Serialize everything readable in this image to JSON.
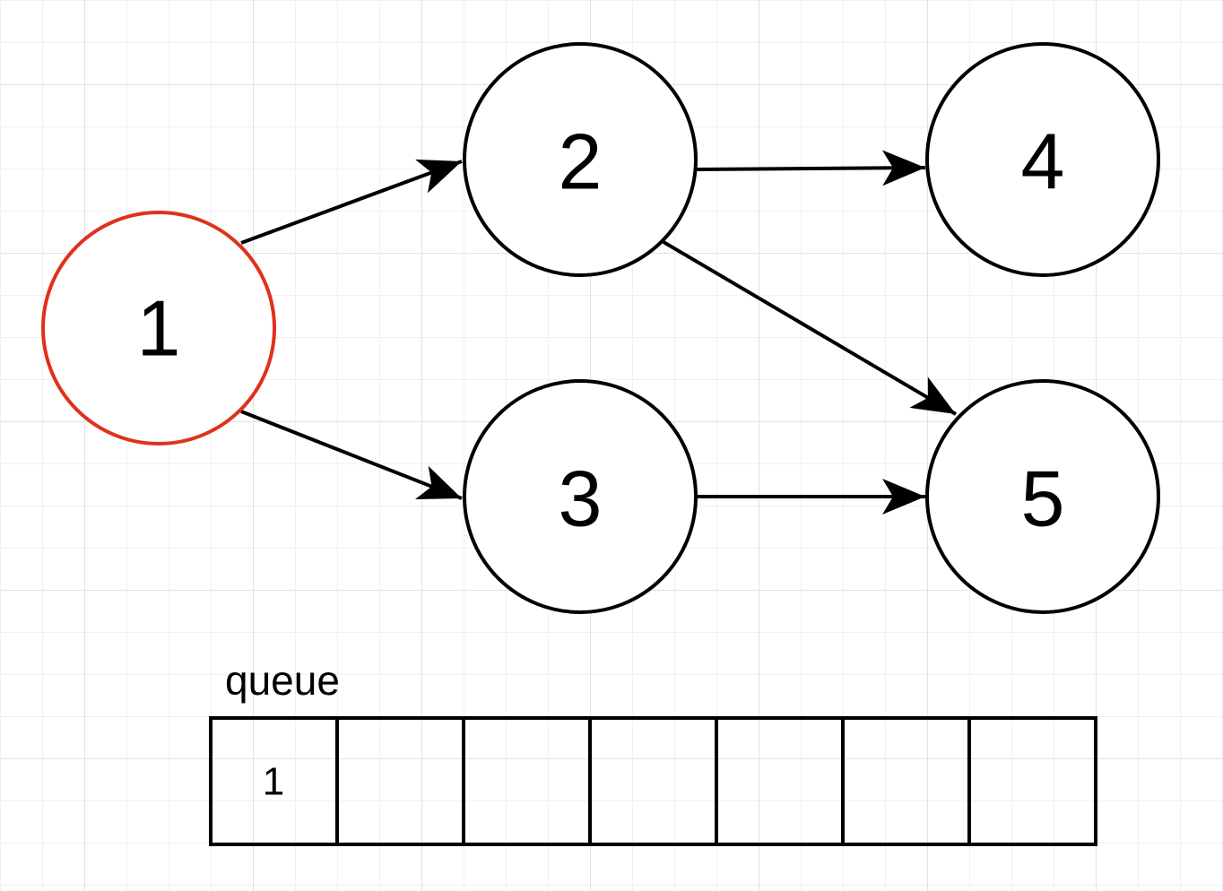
{
  "graph": {
    "nodes": [
      {
        "id": "1",
        "label": "1",
        "highlighted": true
      },
      {
        "id": "2",
        "label": "2",
        "highlighted": false
      },
      {
        "id": "3",
        "label": "3",
        "highlighted": false
      },
      {
        "id": "4",
        "label": "4",
        "highlighted": false
      },
      {
        "id": "5",
        "label": "5",
        "highlighted": false
      }
    ],
    "edges": [
      {
        "from": "1",
        "to": "2"
      },
      {
        "from": "1",
        "to": "3"
      },
      {
        "from": "2",
        "to": "4"
      },
      {
        "from": "2",
        "to": "5"
      },
      {
        "from": "3",
        "to": "5"
      }
    ]
  },
  "queue": {
    "title": "queue",
    "cells": [
      "1",
      "",
      "",
      "",
      "",
      "",
      ""
    ]
  },
  "colors": {
    "highlight": "#e0301e",
    "stroke": "#000000"
  }
}
